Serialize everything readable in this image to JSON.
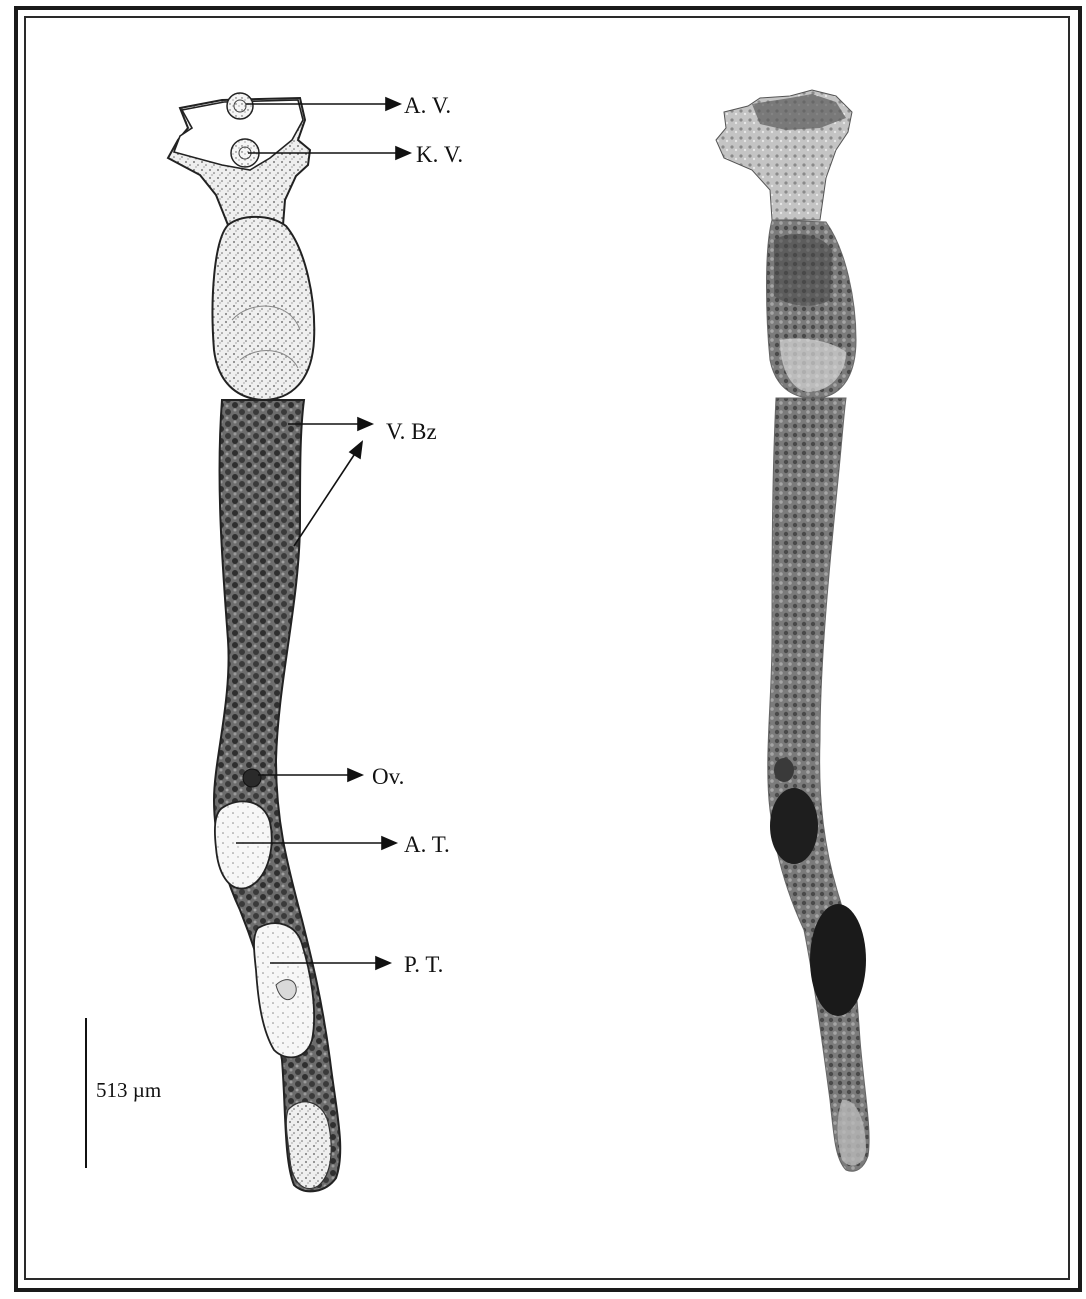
{
  "labels": {
    "av": "A. V.",
    "kv": "K. V.",
    "vbz": "V. Bz",
    "ov": "Ov.",
    "at": "A. T.",
    "pt": "P. T."
  },
  "scale_bar": {
    "label": "513 µm"
  },
  "colors": {
    "ink": "#111111",
    "frame": "#1a1a1a",
    "stipple": "#3a3a3a",
    "paper": "#ffffff"
  }
}
